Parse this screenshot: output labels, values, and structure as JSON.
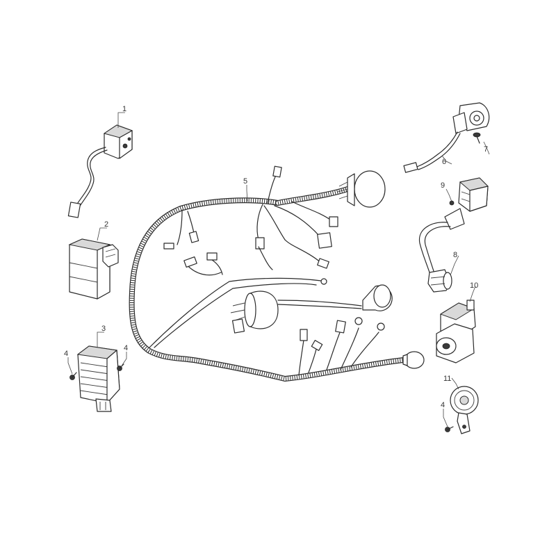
{
  "callouts": [
    {
      "id": "c1",
      "label": "1"
    },
    {
      "id": "c2",
      "label": "2"
    },
    {
      "id": "c3",
      "label": "3"
    },
    {
      "id": "c4a",
      "label": "4"
    },
    {
      "id": "c4b",
      "label": "4"
    },
    {
      "id": "c4c",
      "label": "4"
    },
    {
      "id": "c5",
      "label": "5"
    },
    {
      "id": "c6",
      "label": "6"
    },
    {
      "id": "c7",
      "label": "7"
    },
    {
      "id": "c8",
      "label": "8"
    },
    {
      "id": "c9",
      "label": "9"
    },
    {
      "id": "c10",
      "label": "10"
    },
    {
      "id": "c11",
      "label": "11"
    }
  ]
}
